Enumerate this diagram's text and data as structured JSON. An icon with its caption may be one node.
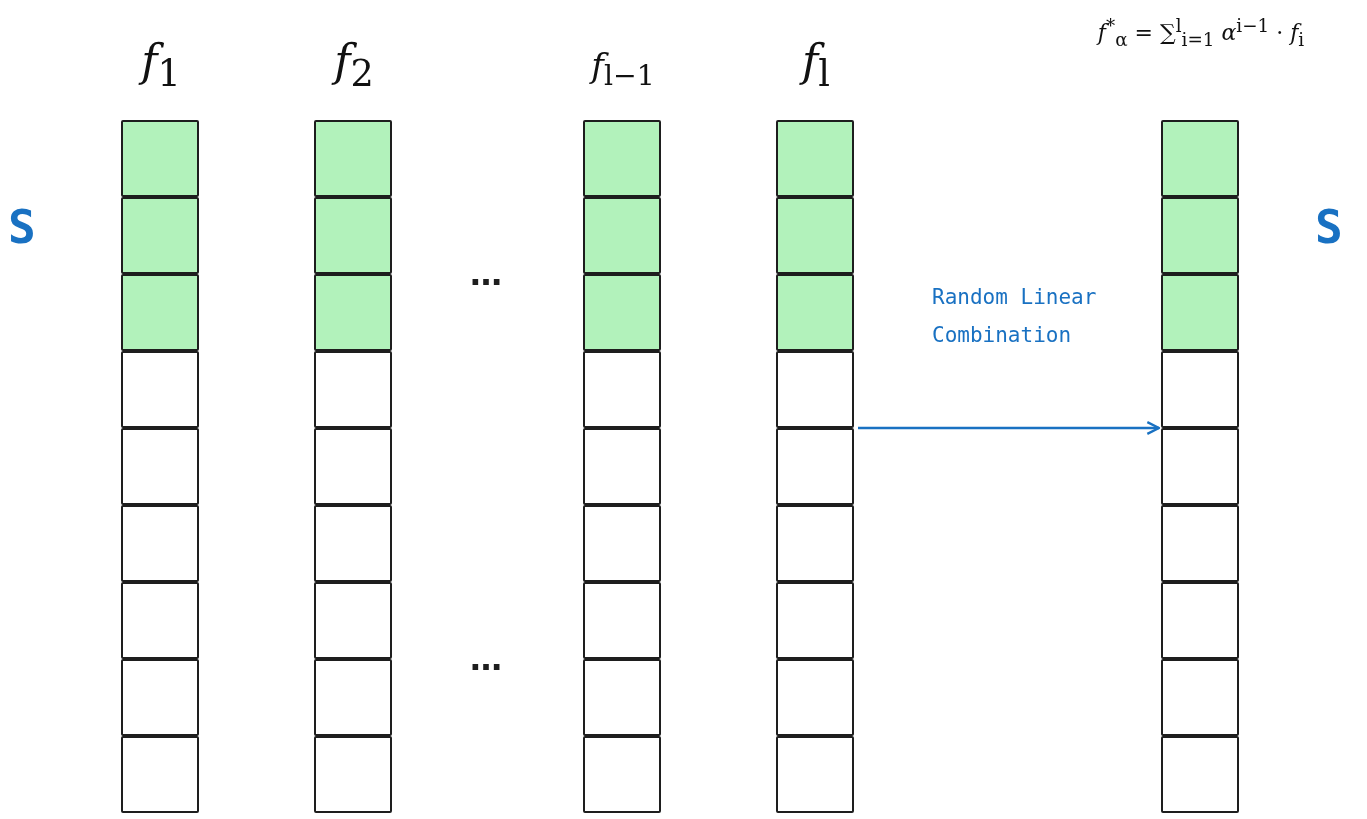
{
  "diagram": {
    "nodes": [
      {
        "text": [
          "*f*$_{1}$"
        ]
      },
      {
        "text": [
          "*f*$_{2}$"
        ]
      },
      {
        "text": [
          "*f*$_{l−1}$"
        ]
      },
      {
        "text": [
          "*f*$_{l}$"
        ]
      },
      {
        "text": [
          "*f*$^{*}$$_{α}$ = ∑$^{l}$$_{i=1}$ *α*$^{i−1}$ · *f*$_{i}$"
        ]
      }
    ],
    "edges": [
      {
        "from": 3,
        "to": 4,
        "arrow": "to",
        "label": "Random Linear Combination"
      }
    ],
    "labels": [
      "S",
      "…",
      "…",
      "S"
    ]
  }
}
